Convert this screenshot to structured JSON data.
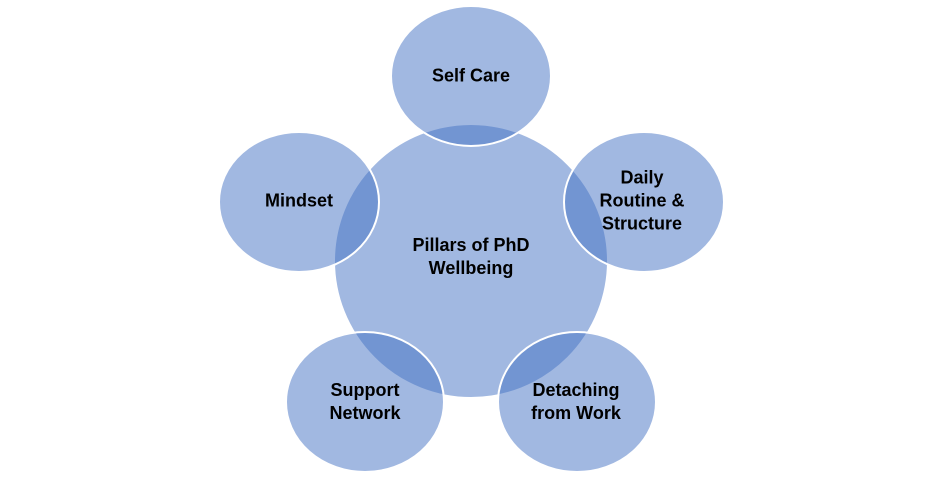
{
  "diagram": {
    "center": {
      "label": "Pillars of PhD\nWellbeing"
    },
    "pillars": [
      {
        "label": "Self Care"
      },
      {
        "label": "Daily\nRoutine &\nStructure"
      },
      {
        "label": "Detaching\nfrom Work"
      },
      {
        "label": "Support\nNetwork"
      },
      {
        "label": "Mindset"
      }
    ],
    "colors": {
      "fill": "#4472c4",
      "stroke": "#ffffff"
    }
  }
}
